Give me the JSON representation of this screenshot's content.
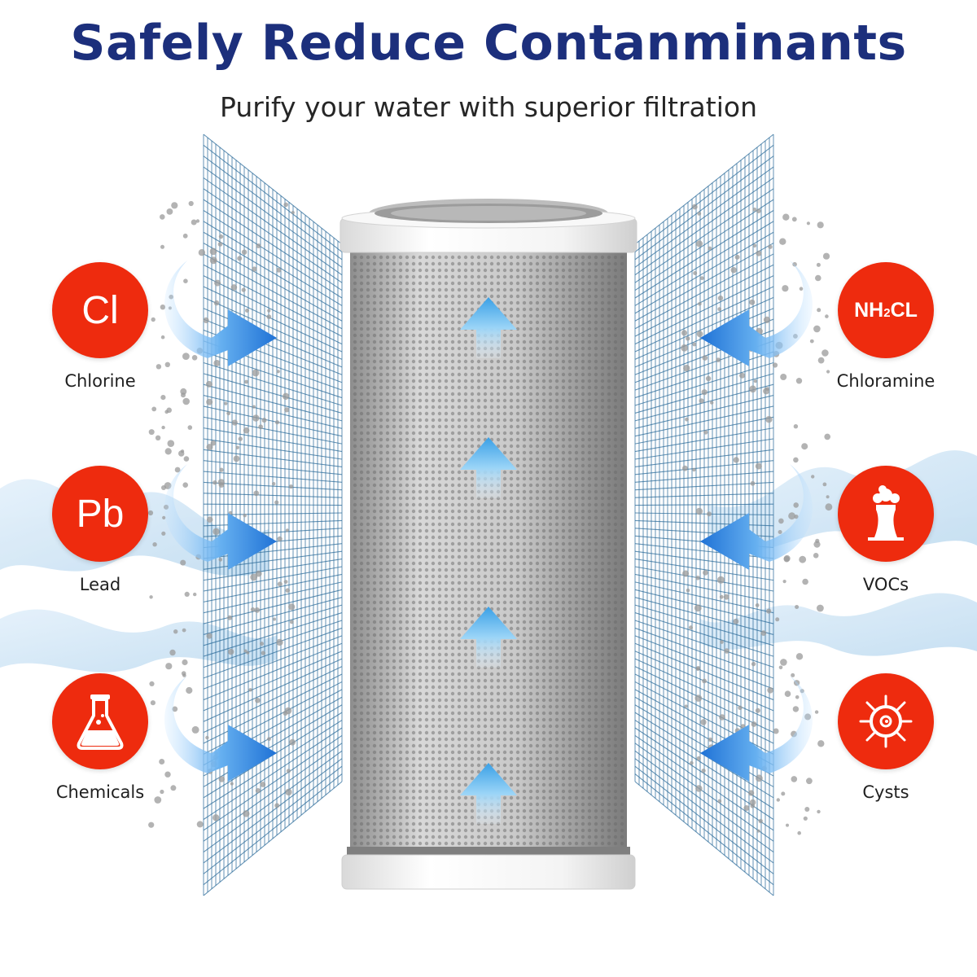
{
  "header": {
    "title": "Safely Reduce Contanminants",
    "subtitle": "Purify your water with superior filtration"
  },
  "contaminants_left": [
    {
      "symbol": "Cl",
      "label": "Chlorine",
      "icon": "chlorine-icon"
    },
    {
      "symbol": "Pb",
      "label": "Lead",
      "icon": "lead-icon"
    },
    {
      "symbol": "",
      "label": "Chemicals",
      "icon": "flask-icon"
    }
  ],
  "contaminants_right": [
    {
      "symbol": "NH2CL",
      "label": "Chloramine",
      "icon": "chloramine-icon"
    },
    {
      "symbol": "",
      "label": "VOCs",
      "icon": "smokestack-icon"
    },
    {
      "symbol": "",
      "label": "Cysts",
      "icon": "microbe-icon"
    }
  ],
  "colors": {
    "title": "#1c2f7c",
    "badge": "#ee2b0e",
    "mesh": "#2f6e9c",
    "arrow": "#3a8de0"
  }
}
